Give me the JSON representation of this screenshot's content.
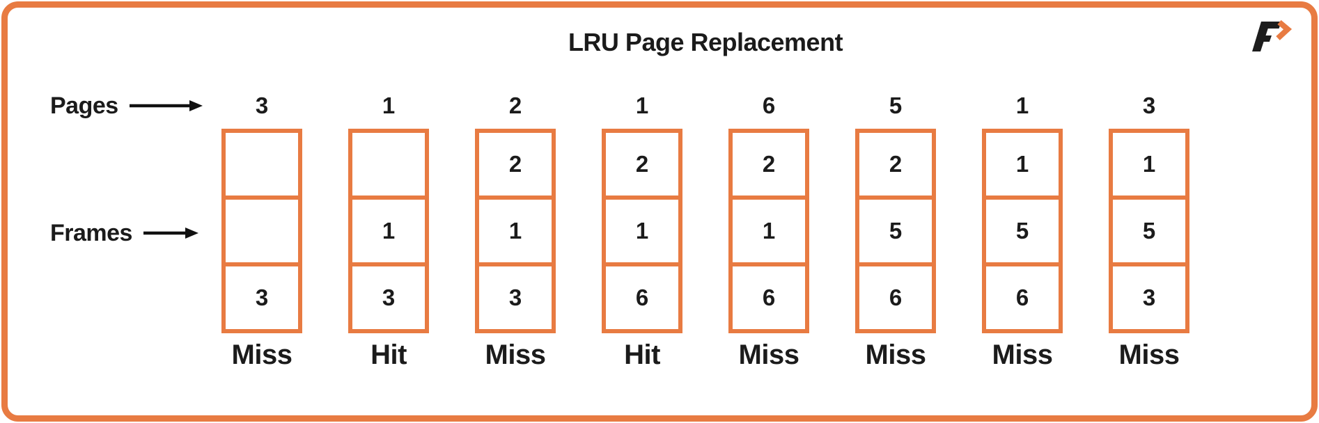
{
  "title": "LRU Page Replacement",
  "logo": {
    "icon": "brand-f-arrow"
  },
  "colors": {
    "orange": "#E87B42",
    "ink": "#1B1B1B",
    "background": "#FFFFFF"
  },
  "row_labels": {
    "pages": "Pages",
    "frames": "Frames"
  },
  "steps": [
    {
      "page": "3",
      "frames": [
        "",
        "",
        "3"
      ],
      "result": "Miss"
    },
    {
      "page": "1",
      "frames": [
        "",
        "1",
        "3"
      ],
      "result": "Hit"
    },
    {
      "page": "2",
      "frames": [
        "2",
        "1",
        "3"
      ],
      "result": "Miss"
    },
    {
      "page": "1",
      "frames": [
        "2",
        "1",
        "6"
      ],
      "result": "Hit"
    },
    {
      "page": "6",
      "frames": [
        "2",
        "1",
        "6"
      ],
      "result": "Miss"
    },
    {
      "page": "5",
      "frames": [
        "2",
        "5",
        "6"
      ],
      "result": "Miss"
    },
    {
      "page": "1",
      "frames": [
        "1",
        "5",
        "6"
      ],
      "result": "Miss"
    },
    {
      "page": "3",
      "frames": [
        "1",
        "5",
        "3"
      ],
      "result": "Miss"
    }
  ]
}
